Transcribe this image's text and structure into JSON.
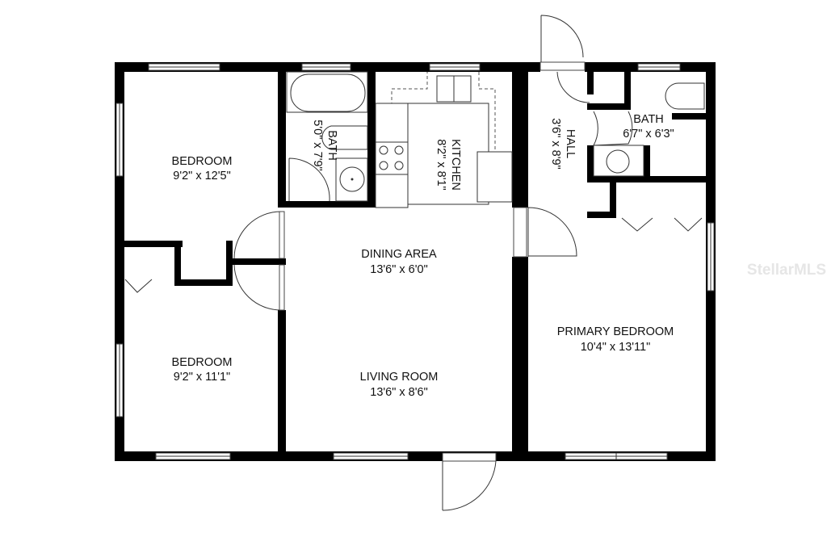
{
  "floorplan": {
    "rooms": {
      "bedroom_1": {
        "name": "BEDROOM",
        "dims": "9'2\" x 12'5\""
      },
      "bath_1": {
        "name": "BATH",
        "dims": "5'0\" x 7'9\""
      },
      "kitchen": {
        "name": "KITCHEN",
        "dims": "8'2\" x 8'1\""
      },
      "hall": {
        "name": "HALL",
        "dims": "3'6\" x 8'9\""
      },
      "bath_2": {
        "name": "BATH",
        "dims": "6'7\" x 6'3\""
      },
      "dining_area": {
        "name": "DINING AREA",
        "dims": "13'6\" x 6'0\""
      },
      "bedroom_2": {
        "name": "BEDROOM",
        "dims": "9'2\" x 11'1\""
      },
      "living_room": {
        "name": "LIVING ROOM",
        "dims": "13'6\" x 8'6\""
      },
      "primary_bedroom": {
        "name": "PRIMARY BEDROOM",
        "dims": "10'4\" x 13'11\""
      }
    },
    "watermark": "StellarMLS",
    "colors": {
      "wall": "#000000",
      "background": "#ffffff",
      "watermark": "#e6e6e6"
    }
  }
}
